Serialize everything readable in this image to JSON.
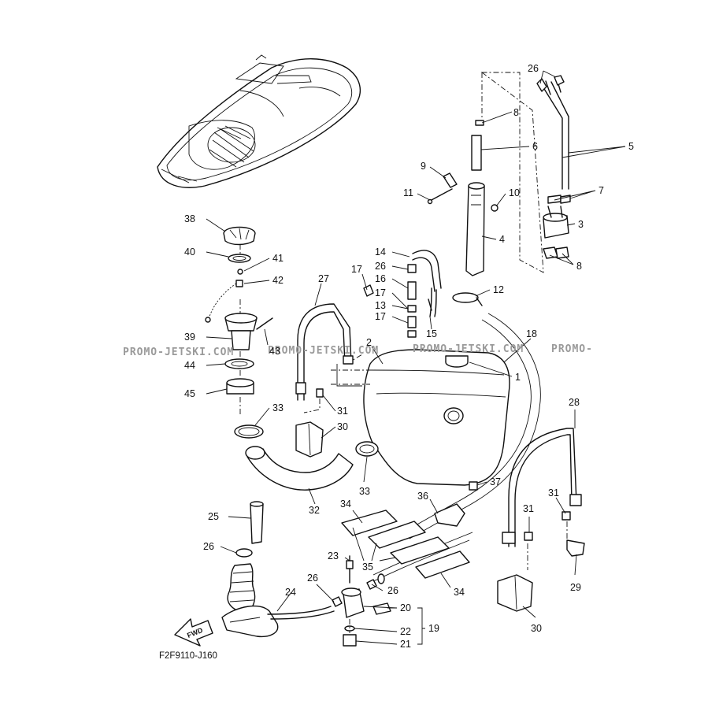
{
  "drawing_code": "F2F9110-J160",
  "watermark": "PROMO-JETSKI.COM",
  "watermark_tail": "PROMO-",
  "fwd_label": "FWD",
  "callouts": {
    "c1": "1",
    "c2": "2",
    "c3": "3",
    "c4": "4",
    "c5": "5",
    "c6": "6",
    "c7": "7",
    "c8a": "8",
    "c8b": "8",
    "c9": "9",
    "c10": "10",
    "c11": "11",
    "c12": "12",
    "c13": "13",
    "c14": "14",
    "c15": "15",
    "c16": "16",
    "c17a": "17",
    "c17b": "17",
    "c17c": "17",
    "c18": "18",
    "c19": "19",
    "c20": "20",
    "c21": "21",
    "c22": "22",
    "c23": "23",
    "c24": "24",
    "c25": "25",
    "c26a": "26",
    "c26b": "26",
    "c26c": "26",
    "c26d": "26",
    "c26e": "26",
    "c27": "27",
    "c28": "28",
    "c29": "29",
    "c30a": "30",
    "c30b": "30",
    "c31a": "31",
    "c31b": "31",
    "c31c": "31",
    "c32": "32",
    "c33a": "33",
    "c33b": "33",
    "c34a": "34",
    "c34b": "34",
    "c35": "35",
    "c36": "36",
    "c37": "37",
    "c38": "38",
    "c39": "39",
    "c40": "40",
    "c41": "41",
    "c42": "42",
    "c43": "43",
    "c44": "44",
    "c45": "45"
  }
}
